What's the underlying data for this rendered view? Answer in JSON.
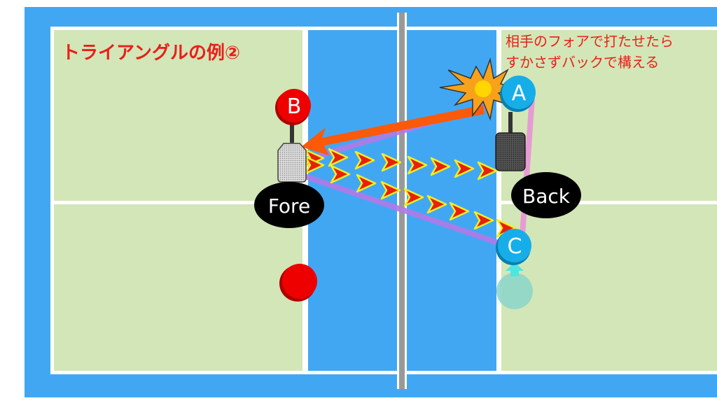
{
  "title": "トライアングルの例②",
  "note": [
    "相手のフォアで打たせたら",
    "すかさずバックで構える"
  ],
  "players": {
    "a": "A",
    "b": "B",
    "c": "C"
  },
  "labels": {
    "fore": "Fore",
    "back": "Back"
  },
  "colors": {
    "court_blue": "#42a7f3",
    "court_green": "#d3e6b7",
    "text_red": "#e8201a",
    "shot_orange": "#fa5a0a",
    "path_purple": "#b07ae8",
    "arrow_red": "#e8200e",
    "arrow_outline": "#f0f020",
    "player_blue": "#16aee8",
    "player_red": "#ee0000"
  }
}
